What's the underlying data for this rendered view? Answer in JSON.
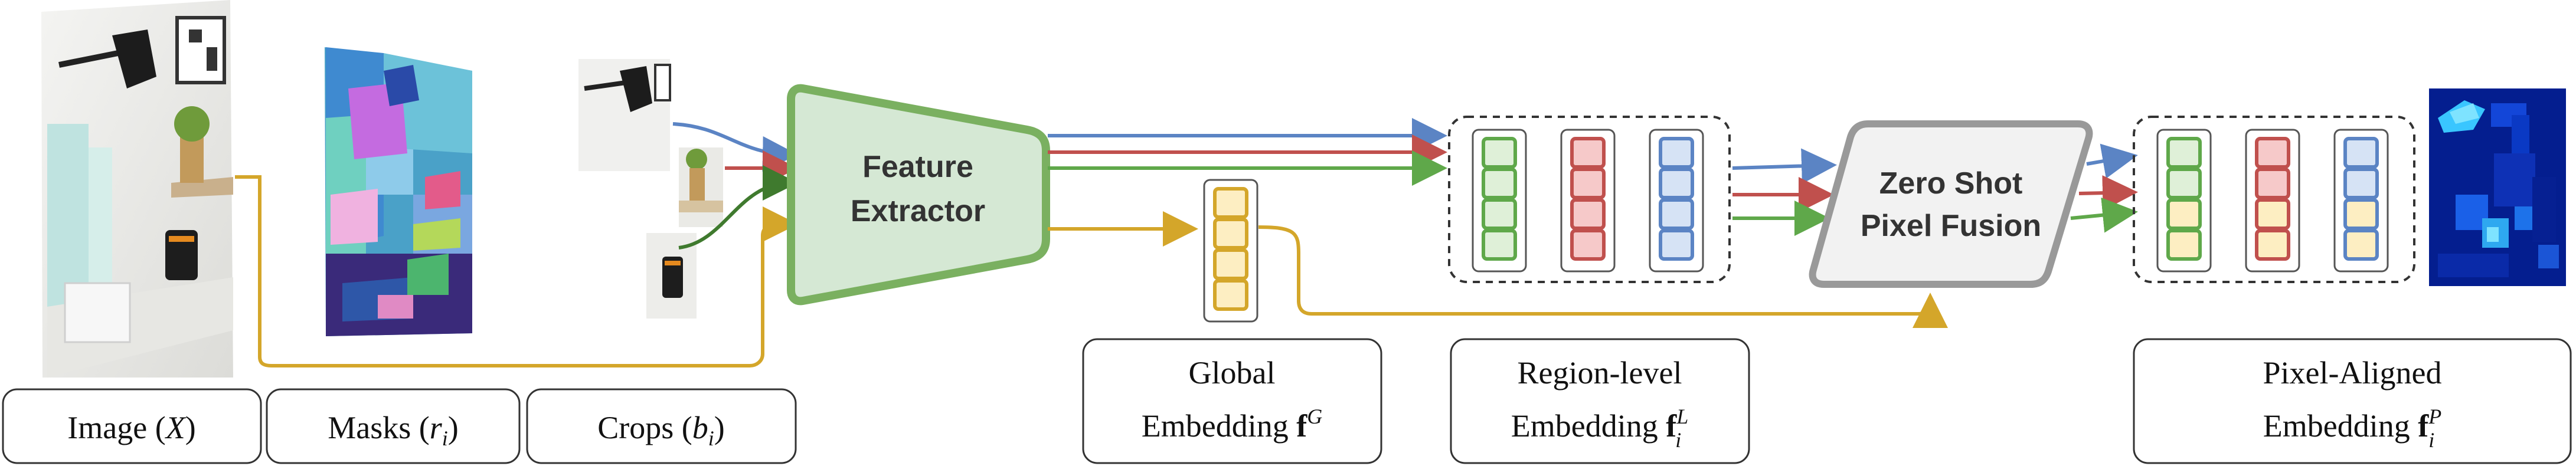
{
  "labels": {
    "image": "Image",
    "image_sym": "X",
    "masks": "Masks",
    "masks_sym": "r",
    "masks_sub": "i",
    "crops": "Crops",
    "crops_sym": "b",
    "crops_sub": "i",
    "feature_extractor_line1": "Feature",
    "feature_extractor_line2": "Extractor",
    "global_line1": "Global",
    "global_line2": "Embedding",
    "global_sym": "f",
    "global_sup": "G",
    "region_line1": "Region-level",
    "region_line2": "Embedding",
    "region_sym": "f",
    "region_sup": "L",
    "region_sub": "i",
    "zero_shot_line1": "Zero Shot",
    "zero_shot_line2": "Pixel Fusion",
    "pixel_line1": "Pixel-Aligned",
    "pixel_line2": "Embedding",
    "pixel_sym": "f",
    "pixel_sup": "P",
    "pixel_sub": "i"
  },
  "colors": {
    "blue": "#5b84c4",
    "red": "#c0504d",
    "green": "#5fa84a",
    "gold": "#d4a62a",
    "extractor_fill": "#d5e8d4",
    "extractor_stroke": "#7ab060",
    "fusion_fill": "#f2f2f2",
    "fusion_stroke": "#999999",
    "heatmap_bg": "#00209a"
  }
}
